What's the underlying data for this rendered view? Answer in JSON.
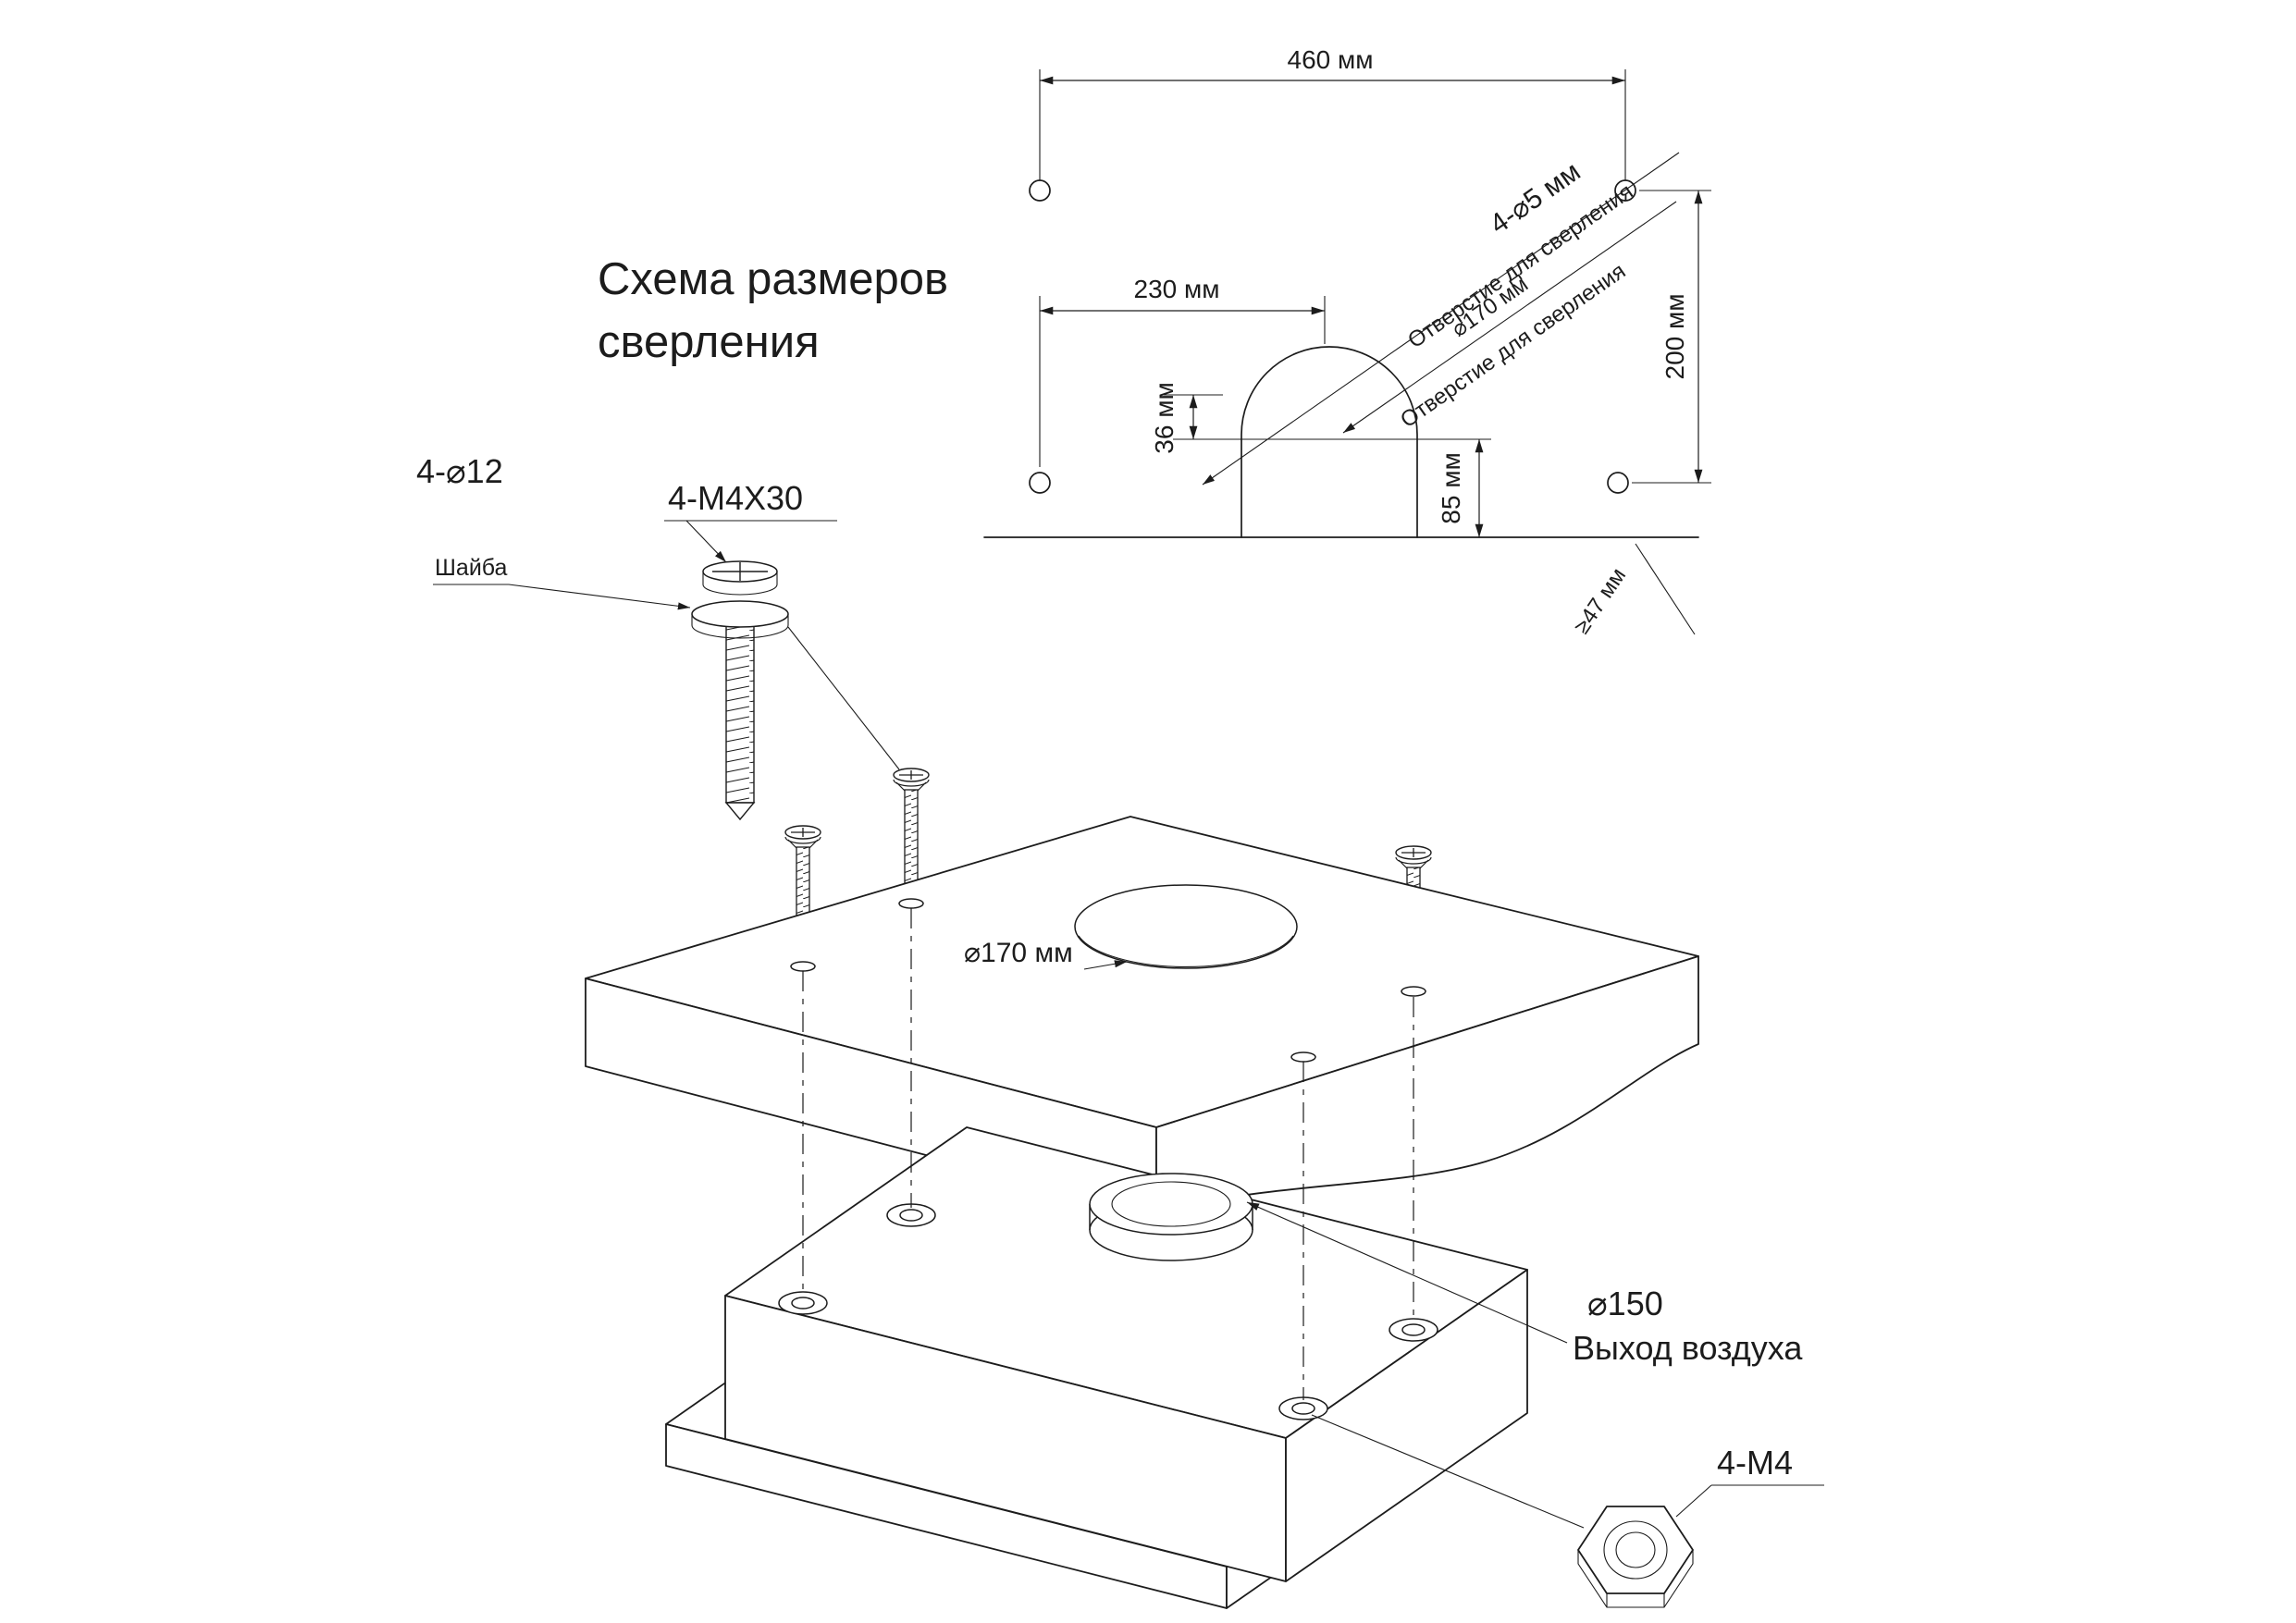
{
  "title": {
    "line1": "Схема размеров",
    "line2": "сверления"
  },
  "drill_template": {
    "dim_width": "460 мм",
    "dim_arch_offset": "230 мм",
    "dim_36": "36 мм",
    "dim_85": "85 мм",
    "dim_height": "200 мм",
    "dim_min_edge": "≥47 мм",
    "label_screw_holes": "4-⌀5 мм",
    "label_drill_1": "Отверстие для сверления",
    "label_duct_diameter": "⌀170 мм",
    "label_drill_2": "Отверстие для сверления"
  },
  "fasteners": {
    "label_washer_count": "4-⌀12",
    "label_screw": "4-M4X30",
    "label_washer": "Шайба",
    "label_nut": "4-M4"
  },
  "panel": {
    "label_cutout": "⌀170 мм"
  },
  "hood": {
    "label_outlet_diameter": "⌀150",
    "label_outlet": "Выход воздуха"
  },
  "colors": {
    "line": "#1c1c1c",
    "background": "#ffffff"
  }
}
